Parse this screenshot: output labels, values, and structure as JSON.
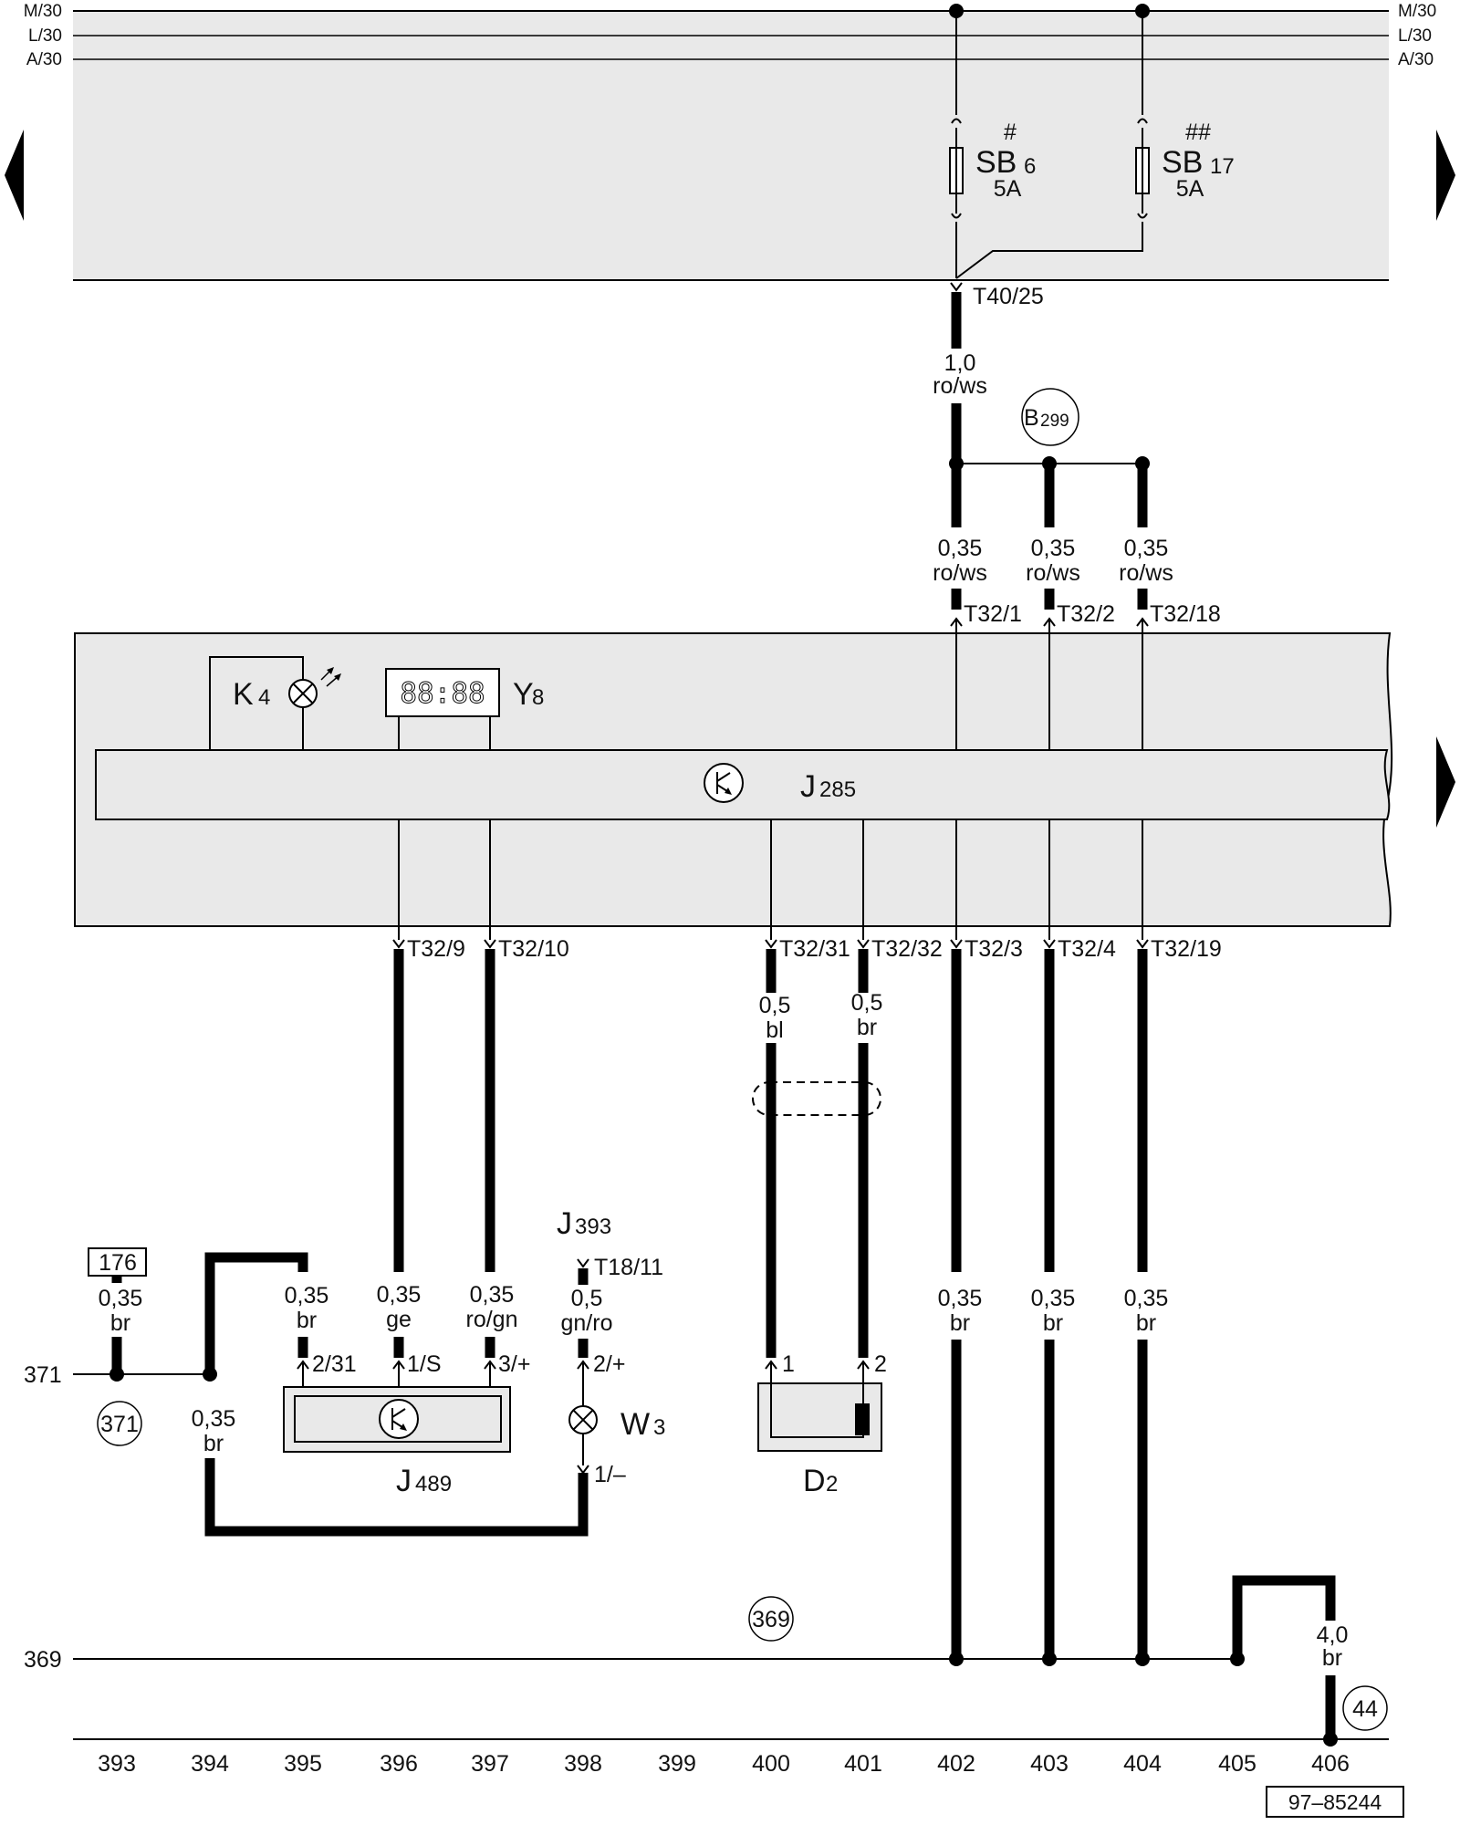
{
  "rails": {
    "left": [
      "M/30",
      "L/30",
      "A/30"
    ],
    "right": [
      "M/30",
      "L/30",
      "A/30"
    ]
  },
  "fuses": [
    {
      "mark": "#",
      "name": "SB",
      "num": "6",
      "rating": "5A"
    },
    {
      "mark": "##",
      "name": "SB",
      "num": "17",
      "rating": "5A"
    }
  ],
  "connectors": {
    "t40_25": "T40/25",
    "t32_1": "T32/1",
    "t32_2": "T32/2",
    "t32_18": "T32/18",
    "t32_9": "T32/9",
    "t32_10": "T32/10",
    "t32_31": "T32/31",
    "t32_32": "T32/32",
    "t32_3": "T32/3",
    "t32_4": "T32/4",
    "t32_19": "T32/19",
    "t18_11": "T18/11"
  },
  "wires": {
    "main_feed": {
      "size": "1,0",
      "color": "ro/ws"
    },
    "feed_1": {
      "size": "0,35",
      "color": "ro/ws"
    },
    "feed_2": {
      "size": "0,35",
      "color": "ro/ws"
    },
    "feed_3": {
      "size": "0,35",
      "color": "ro/ws"
    },
    "w371": {
      "size": "0,35",
      "color": "br"
    },
    "w395": {
      "size": "0,35",
      "color": "br"
    },
    "w396": {
      "size": "0,35",
      "color": "ge"
    },
    "w397": {
      "size": "0,35",
      "color": "ro/gn"
    },
    "w398": {
      "size": "0,5",
      "color": "gn/ro"
    },
    "w394": {
      "size": "0,35",
      "color": "br"
    },
    "w400": {
      "size": "0,5",
      "color": "bl"
    },
    "w401": {
      "size": "0,5",
      "color": "br"
    },
    "w402": {
      "size": "0,35",
      "color": "br"
    },
    "w403": {
      "size": "0,35",
      "color": "br"
    },
    "w404": {
      "size": "0,35",
      "color": "br"
    },
    "w406": {
      "size": "4,0",
      "color": "br"
    }
  },
  "components": {
    "k4": {
      "letter": "K",
      "num": "4"
    },
    "y8": {
      "letter": "Y",
      "num": "8",
      "display": "88:88"
    },
    "j285": {
      "letter": "J",
      "num": "285"
    },
    "j393": {
      "letter": "J",
      "num": "393"
    },
    "j489": {
      "letter": "J",
      "num": "489"
    },
    "w3": {
      "letter": "W",
      "num": "3"
    },
    "d2": {
      "letter": "D",
      "num": "2"
    }
  },
  "pins": {
    "j489_a": "2/31",
    "j489_b": "1/S",
    "j489_c": "3/+",
    "w3_top": "2/+",
    "w3_bot": "1/–",
    "d2_1": "1",
    "d2_2": "2"
  },
  "references": {
    "box_176": "176",
    "circle_371": "371",
    "circle_369": "369",
    "circle_44": "44",
    "circle_b": {
      "letter": "B",
      "num": "299"
    },
    "line_371": "371",
    "line_369": "369"
  },
  "columns": [
    "393",
    "394",
    "395",
    "396",
    "397",
    "398",
    "399",
    "400",
    "401",
    "402",
    "403",
    "404",
    "405",
    "406"
  ],
  "doc_code": "97–85244"
}
